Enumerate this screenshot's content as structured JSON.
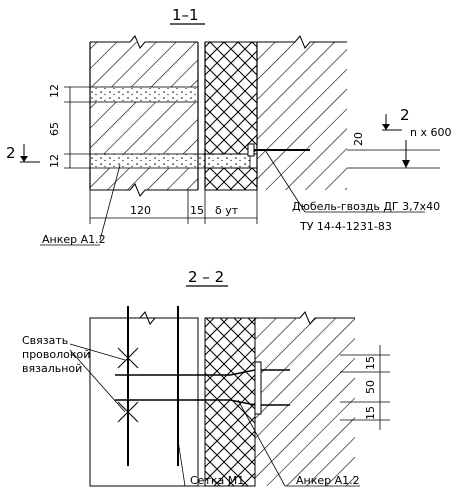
{
  "section1": {
    "title": "1–1",
    "section_mark": "2",
    "section_mark_right": "2",
    "dim_12_top": "12",
    "dim_65": "65",
    "dim_12_bottom": "12",
    "dim_20": "20",
    "dim_n600": "n x 600",
    "dim_120": "120",
    "dim_15": "15",
    "dim_sut": "δ ут",
    "label_dowel": "Дюбель-гвоздь ДГ 3,7х40",
    "label_tu": "ТУ 14-4-1231-83",
    "label_anchor": "Анкер А1.2"
  },
  "section2": {
    "title": "2 – 2",
    "label_tie_1": "Связать",
    "label_tie_2": "проволокой",
    "label_tie_3": "вязальной",
    "dim_15_top": "15",
    "dim_50": "50",
    "dim_15_bottom": "15",
    "label_mesh": "Сетка М1",
    "label_anchor": "Анкер А1.2"
  }
}
